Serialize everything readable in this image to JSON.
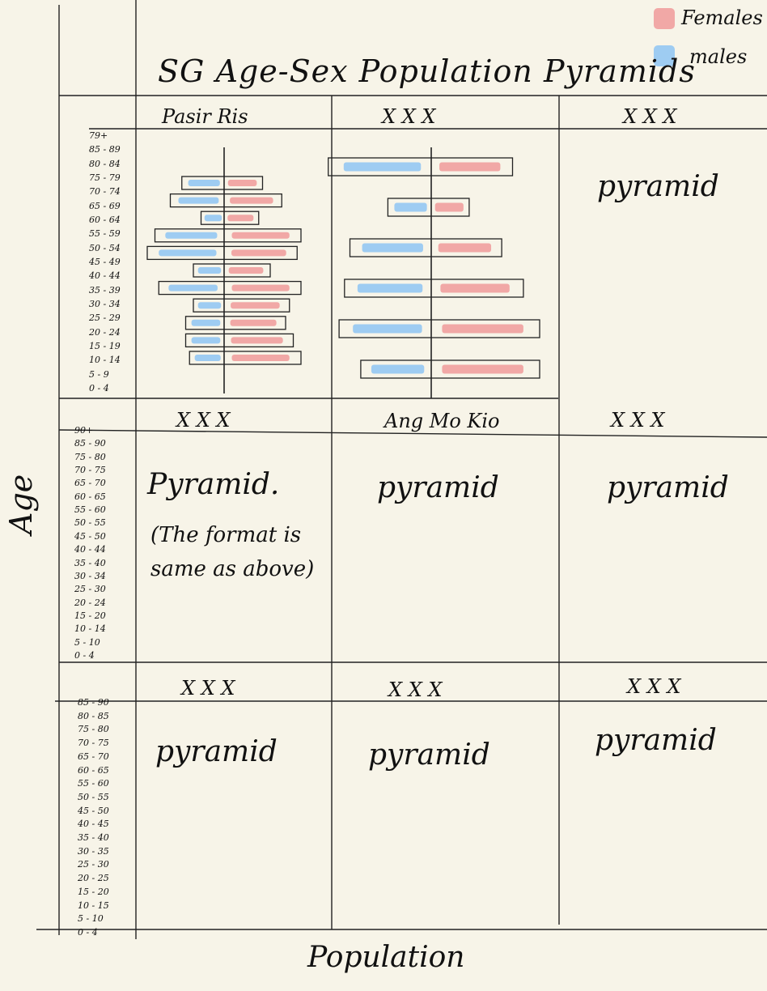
{
  "title": "SG Age-Sex Population Pyramids",
  "legend": [
    {
      "label": "Females",
      "color": "#f09a9a"
    },
    {
      "label": "males",
      "color": "#8ec4f3"
    }
  ],
  "axis": {
    "y_label": "Age",
    "x_label": "Population"
  },
  "row1": {
    "columns": [
      "Pasir Ris",
      "X X X",
      "X X X"
    ],
    "cell3_text": "pyramid",
    "age_ticks": [
      "79+",
      "85 - 89",
      "80 - 84",
      "75 - 79",
      "70 - 74",
      "65 - 69",
      "60 - 64",
      "55 - 59",
      "50 - 54",
      "45 - 49",
      "40 - 44",
      "35 - 39",
      "30 - 34",
      "25 - 29",
      "20 - 24",
      "15 - 19",
      "10 - 14",
      "5 - 9",
      "0 - 4"
    ]
  },
  "row2": {
    "columns": [
      "X X X",
      "Ang Mo Kio",
      "X X X"
    ],
    "cell1_text": "Pyramid.",
    "cell1_note": "(The format is same as above)",
    "cell2_text": "pyramid",
    "cell3_text": "pyramid",
    "age_ticks": [
      "90+",
      "85 - 90",
      "75 - 80",
      "70 - 75",
      "65 - 70",
      "60 - 65",
      "55 - 60",
      "50 - 55",
      "45 - 50",
      "40 - 44",
      "35 - 40",
      "30 - 34",
      "25 - 30",
      "20 - 24",
      "15 - 20",
      "10 - 14",
      "5 - 10",
      "0 - 4"
    ]
  },
  "row3": {
    "columns": [
      "X X X",
      "X X X",
      "X X X"
    ],
    "cell_texts": [
      "pyramid",
      "pyramid",
      "pyramid"
    ],
    "age_ticks": [
      "85 - 90",
      "80 - 85",
      "75 - 80",
      "70 - 75",
      "65 - 70",
      "60 - 65",
      "55 - 60",
      "50 - 55",
      "45 - 50",
      "40 - 45",
      "35 - 40",
      "30 - 35",
      "25 - 30",
      "20 - 25",
      "15 - 20",
      "10 - 15",
      "5 - 10",
      "0 - 4"
    ]
  },
  "chart_data": [
    {
      "type": "bar",
      "title": "Pasir Ris",
      "orientation": "horizontal-pyramid",
      "bands": 11,
      "series": [
        {
          "name": "males",
          "values": [
            0.55,
            0.7,
            0.3,
            0.9,
            1.0,
            0.4,
            0.85,
            0.4,
            0.5,
            0.5,
            0.45
          ]
        },
        {
          "name": "Females",
          "values": [
            0.5,
            0.75,
            0.45,
            1.0,
            0.95,
            0.6,
            1.0,
            0.85,
            0.8,
            0.9,
            1.0
          ]
        }
      ]
    },
    {
      "type": "bar",
      "title": "X X X",
      "orientation": "horizontal-pyramid",
      "bands": 6,
      "series": [
        {
          "name": "males",
          "values": [
            0.95,
            0.4,
            0.75,
            0.8,
            0.85,
            0.65
          ]
        },
        {
          "name": "Females",
          "values": [
            0.75,
            0.35,
            0.65,
            0.85,
            1.0,
            1.0
          ]
        }
      ]
    }
  ]
}
